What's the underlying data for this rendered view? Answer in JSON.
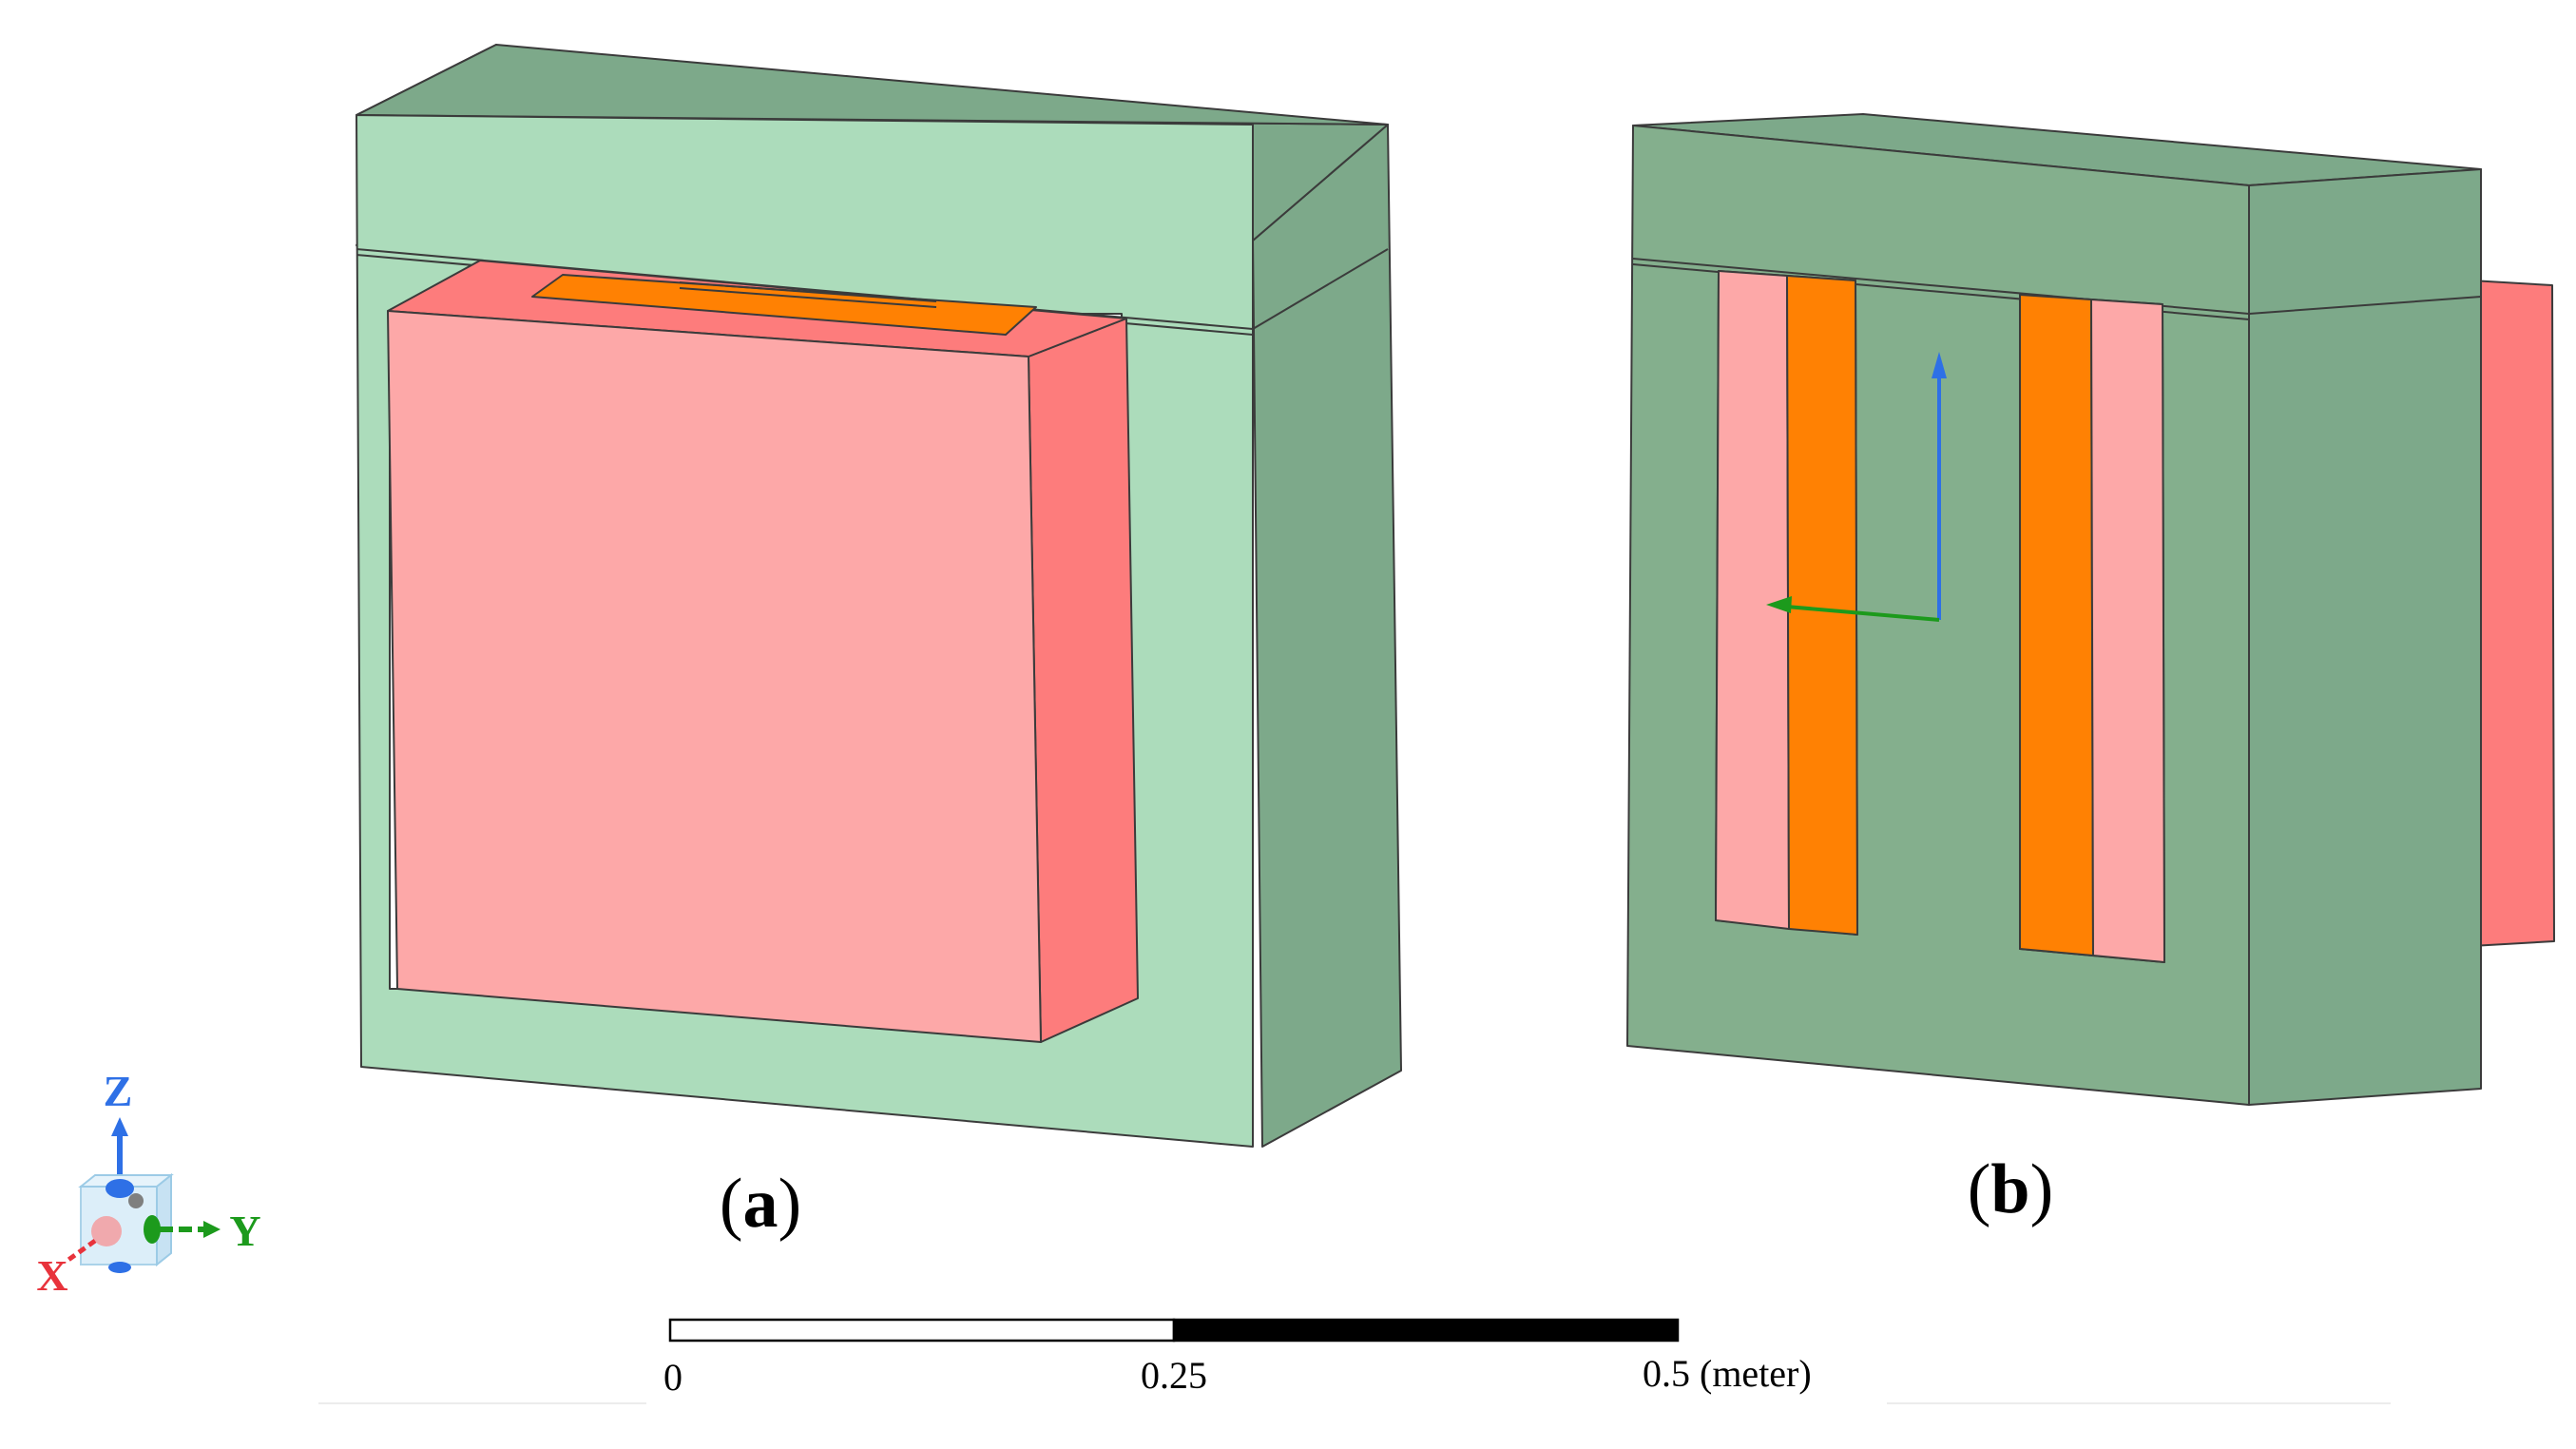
{
  "panels": [
    {
      "id": "a",
      "open": "(",
      "letter": "a",
      "close": ")"
    },
    {
      "id": "b",
      "open": "(",
      "letter": "b",
      "close": ")"
    }
  ],
  "axis_triad": {
    "z": "Z",
    "y": "Y",
    "x": "X"
  },
  "scale_bar": {
    "tick_0": "0",
    "tick_mid": "0.25",
    "tick_end": "0.5 (meter)"
  },
  "colors": {
    "core_front": "#acdcbb",
    "core_side": "#7da98a",
    "core_dark": "#84af8d",
    "winding_outer": "#fda8a8",
    "winding_side": "#fd7c7c",
    "winding_inner": "#ff8103",
    "axis_blue": "#2e70e6",
    "axis_green": "#1c9a1c",
    "axis_red": "#e8333c"
  }
}
